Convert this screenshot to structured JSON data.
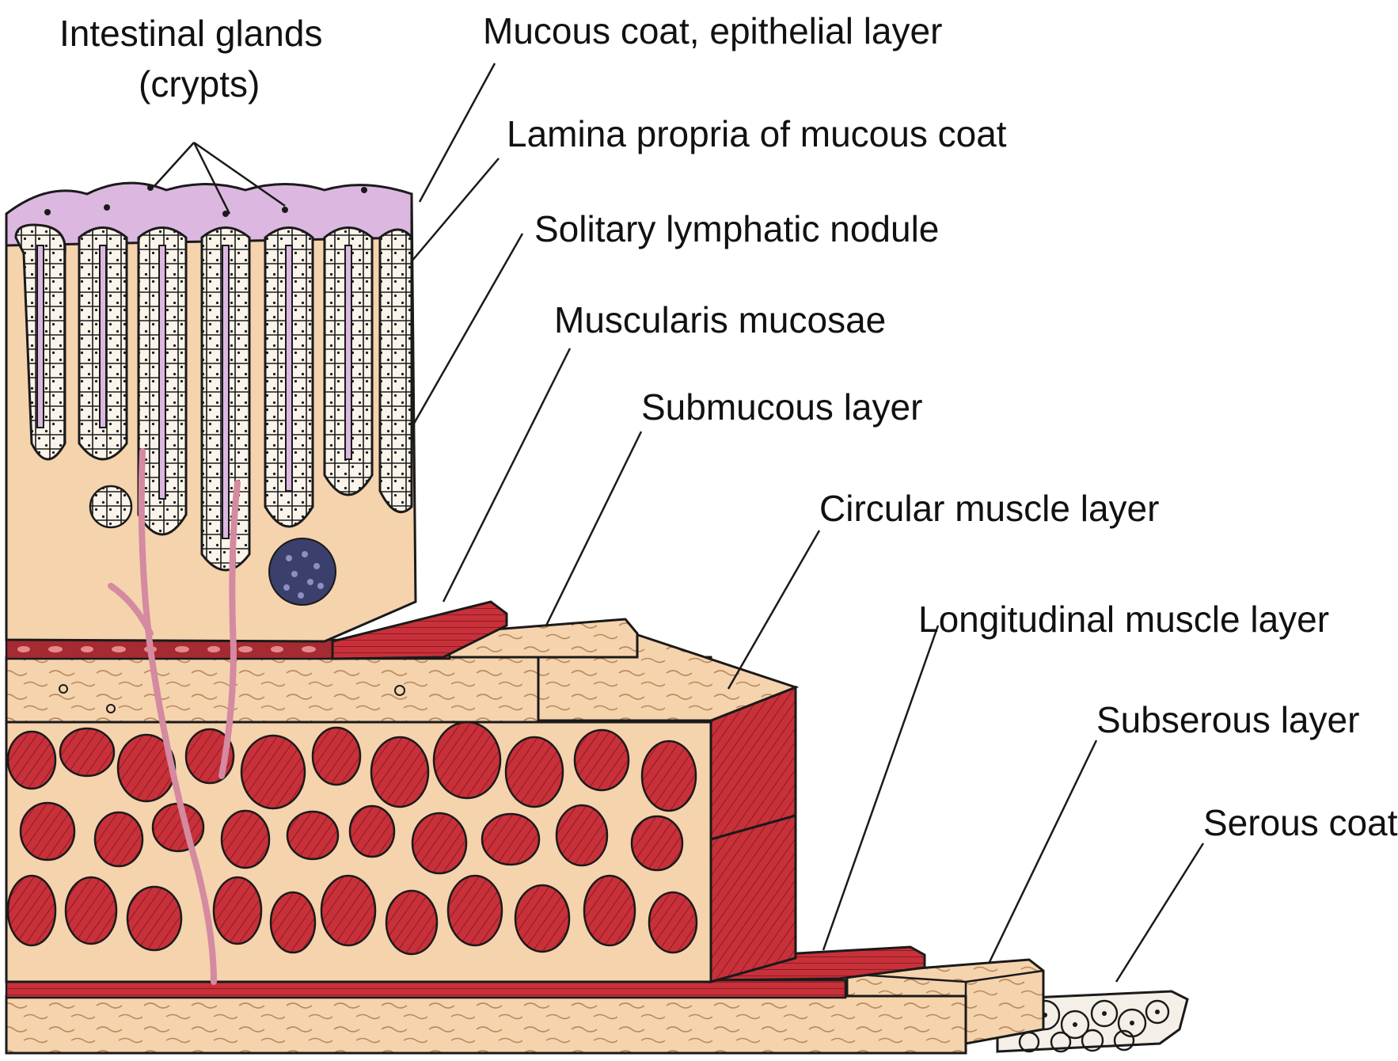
{
  "figure": {
    "labels": {
      "intestinal_glands_line1": "Intestinal glands",
      "intestinal_glands_line2": "(crypts)",
      "mucous_coat_epithelial": "Mucous coat, epithelial layer",
      "lamina_propria": "Lamina propria of mucous coat",
      "solitary_nodule": "Solitary lymphatic nodule",
      "muscularis_mucosae": "Muscularis mucosae",
      "submucous_layer": "Submucous layer",
      "circular_muscle": "Circular muscle layer",
      "longitudinal_muscle": "Longitudinal muscle layer",
      "subserous_layer": "Subserous layer",
      "serous_coat": "Serous coat"
    },
    "colors": {
      "tissue": "#f5d3ad",
      "tissue_dark": "#e7b98c",
      "epithelium_top": "#dcb8e0",
      "muscle": "#c8313a",
      "muscle_dark": "#8e1b22",
      "nodule": "#3a3f6b",
      "serous_cells": "#f4efe7",
      "ink": "#1a1a1a"
    }
  }
}
